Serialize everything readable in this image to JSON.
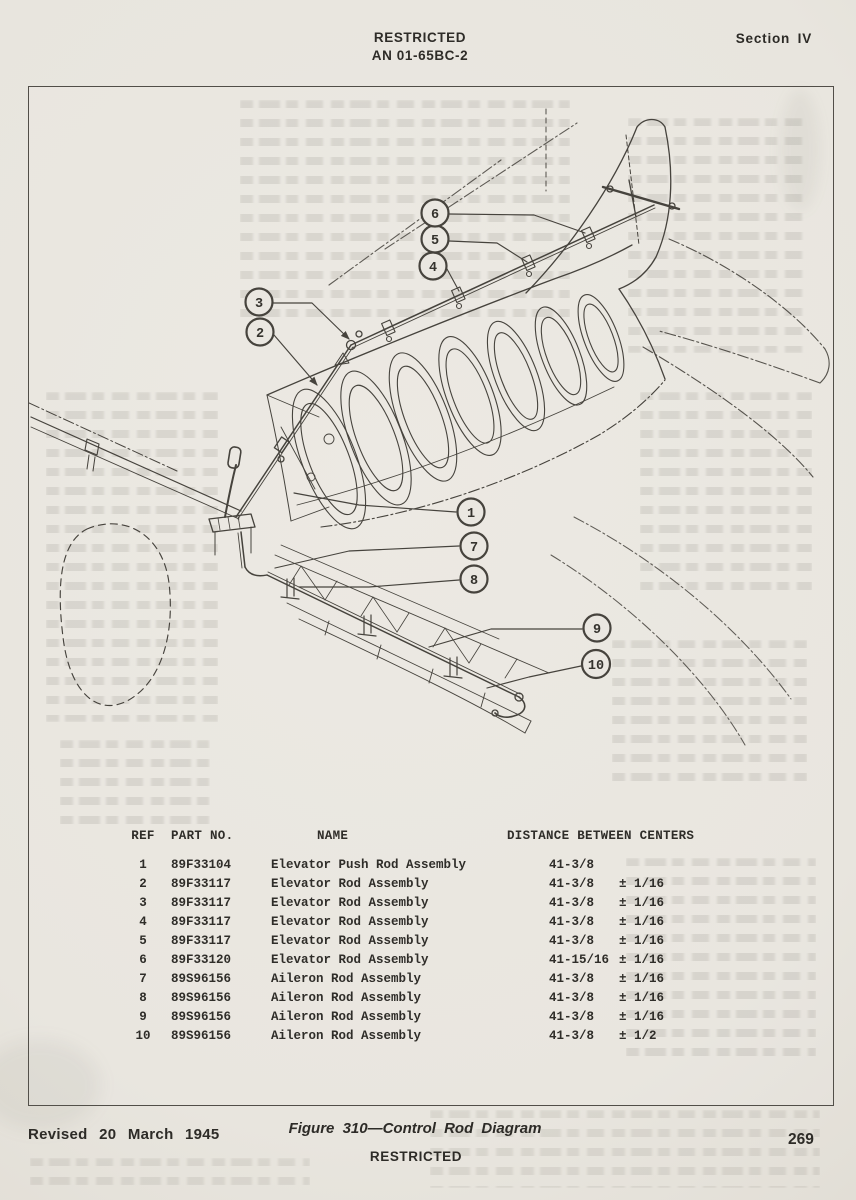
{
  "header": {
    "classification": "RESTRICTED",
    "doc_number": "AN 01-65BC-2",
    "section": "Section IV"
  },
  "figure": {
    "caption": "Figure 310—Control Rod Diagram",
    "callouts": [
      "1",
      "2",
      "3",
      "4",
      "5",
      "6",
      "7",
      "8",
      "9",
      "10"
    ]
  },
  "table": {
    "headers": [
      "REF",
      "PART NO.",
      "NAME",
      "DISTANCE BETWEEN CENTERS"
    ],
    "rows": [
      {
        "ref": "1",
        "part": "89F33104",
        "name": "Elevator Push Rod Assembly",
        "dist": "41-3/8",
        "tol": ""
      },
      {
        "ref": "2",
        "part": "89F33117",
        "name": "Elevator Rod Assembly",
        "dist": "41-3/8",
        "tol": "± 1/16"
      },
      {
        "ref": "3",
        "part": "89F33117",
        "name": "Elevator Rod Assembly",
        "dist": "41-3/8",
        "tol": "± 1/16"
      },
      {
        "ref": "4",
        "part": "89F33117",
        "name": "Elevator Rod Assembly",
        "dist": "41-3/8",
        "tol": "± 1/16"
      },
      {
        "ref": "5",
        "part": "89F33117",
        "name": "Elevator Rod Assembly",
        "dist": "41-3/8",
        "tol": "± 1/16"
      },
      {
        "ref": "6",
        "part": "89F33120",
        "name": "Elevator Rod Assembly",
        "dist": "41-15/16",
        "tol": "± 1/16"
      },
      {
        "ref": "7",
        "part": "89S96156",
        "name": "Aileron Rod Assembly",
        "dist": "41-3/8",
        "tol": "± 1/16"
      },
      {
        "ref": "8",
        "part": "89S96156",
        "name": "Aileron Rod Assembly",
        "dist": "41-3/8",
        "tol": "± 1/16"
      },
      {
        "ref": "9",
        "part": "89S96156",
        "name": "Aileron Rod Assembly",
        "dist": "41-3/8",
        "tol": "± 1/16"
      },
      {
        "ref": "10",
        "part": "89S96156",
        "name": "Aileron Rod Assembly",
        "dist": "41-3/8",
        "tol": "± 1/2"
      }
    ]
  },
  "footer": {
    "revised": "Revised 20 March 1945",
    "classification": "RESTRICTED",
    "page_number": "269"
  }
}
